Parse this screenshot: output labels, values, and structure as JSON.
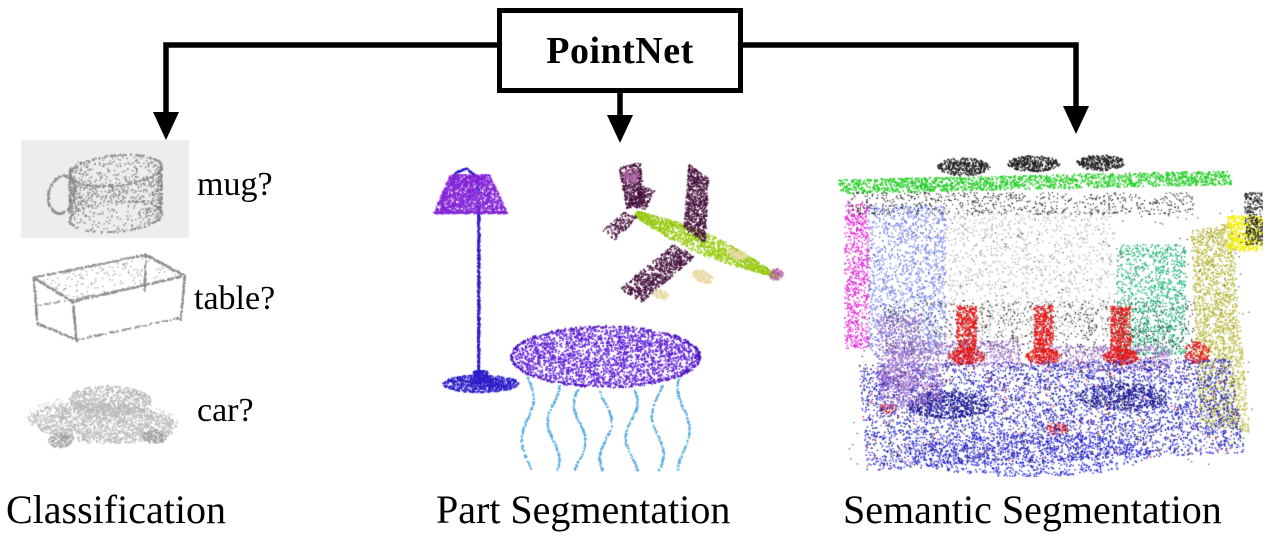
{
  "pointnet": {
    "title": "PointNet"
  },
  "tasks": {
    "classification": {
      "label": "Classification",
      "candidates": [
        {
          "label": "mug?"
        },
        {
          "label": "table?"
        },
        {
          "label": "car?"
        }
      ],
      "objects": [
        "mug-pointcloud",
        "table-pointcloud",
        "car-pointcloud"
      ]
    },
    "part_segmentation": {
      "label": "Part Segmentation",
      "objects": [
        "lamp-pointcloud",
        "airplane-pointcloud",
        "round-table-pointcloud"
      ]
    },
    "semantic_segmentation": {
      "label": "Semantic Segmentation",
      "objects": [
        "indoor-room-pointcloud"
      ]
    }
  },
  "colors": {
    "arrow": "#000000",
    "text": "#000000",
    "classification": {
      "points": "#8c8c8c",
      "points_dark": "#6f6f6f",
      "points_light": "#a2a2a2",
      "car_points": "#b7b7b7",
      "mug_background": "#ededed"
    },
    "part_segmentation": {
      "lamp_shade": "#8324d6",
      "lamp_pole": "#2a1cc8",
      "plane_body": "#9fcf16",
      "plane_body_dark": "#84b30e",
      "plane_wing": "#45103c",
      "plane_engine": "#e9d9a4",
      "plane_accent": "#b565a8",
      "table_top": "#5c1ad8",
      "table_top_dark": "#4a10b8",
      "table_legs": "#4fa8e0"
    },
    "semantic_segmentation": {
      "ceiling_green": "#1ecc1e",
      "black": "#1c1c1c",
      "magenta": "#e326d8",
      "wall_blue": "#6f7fe8",
      "wall_gray": "#b8b8b8",
      "door_teal": "#1cb378",
      "yellow": "#f2ef00",
      "wall_olive": "#b4b434",
      "chair_red": "#e51616",
      "table_purple": "#9a6ac8",
      "floor_blue": "#2121d8",
      "floor_navy": "#12128a"
    }
  }
}
